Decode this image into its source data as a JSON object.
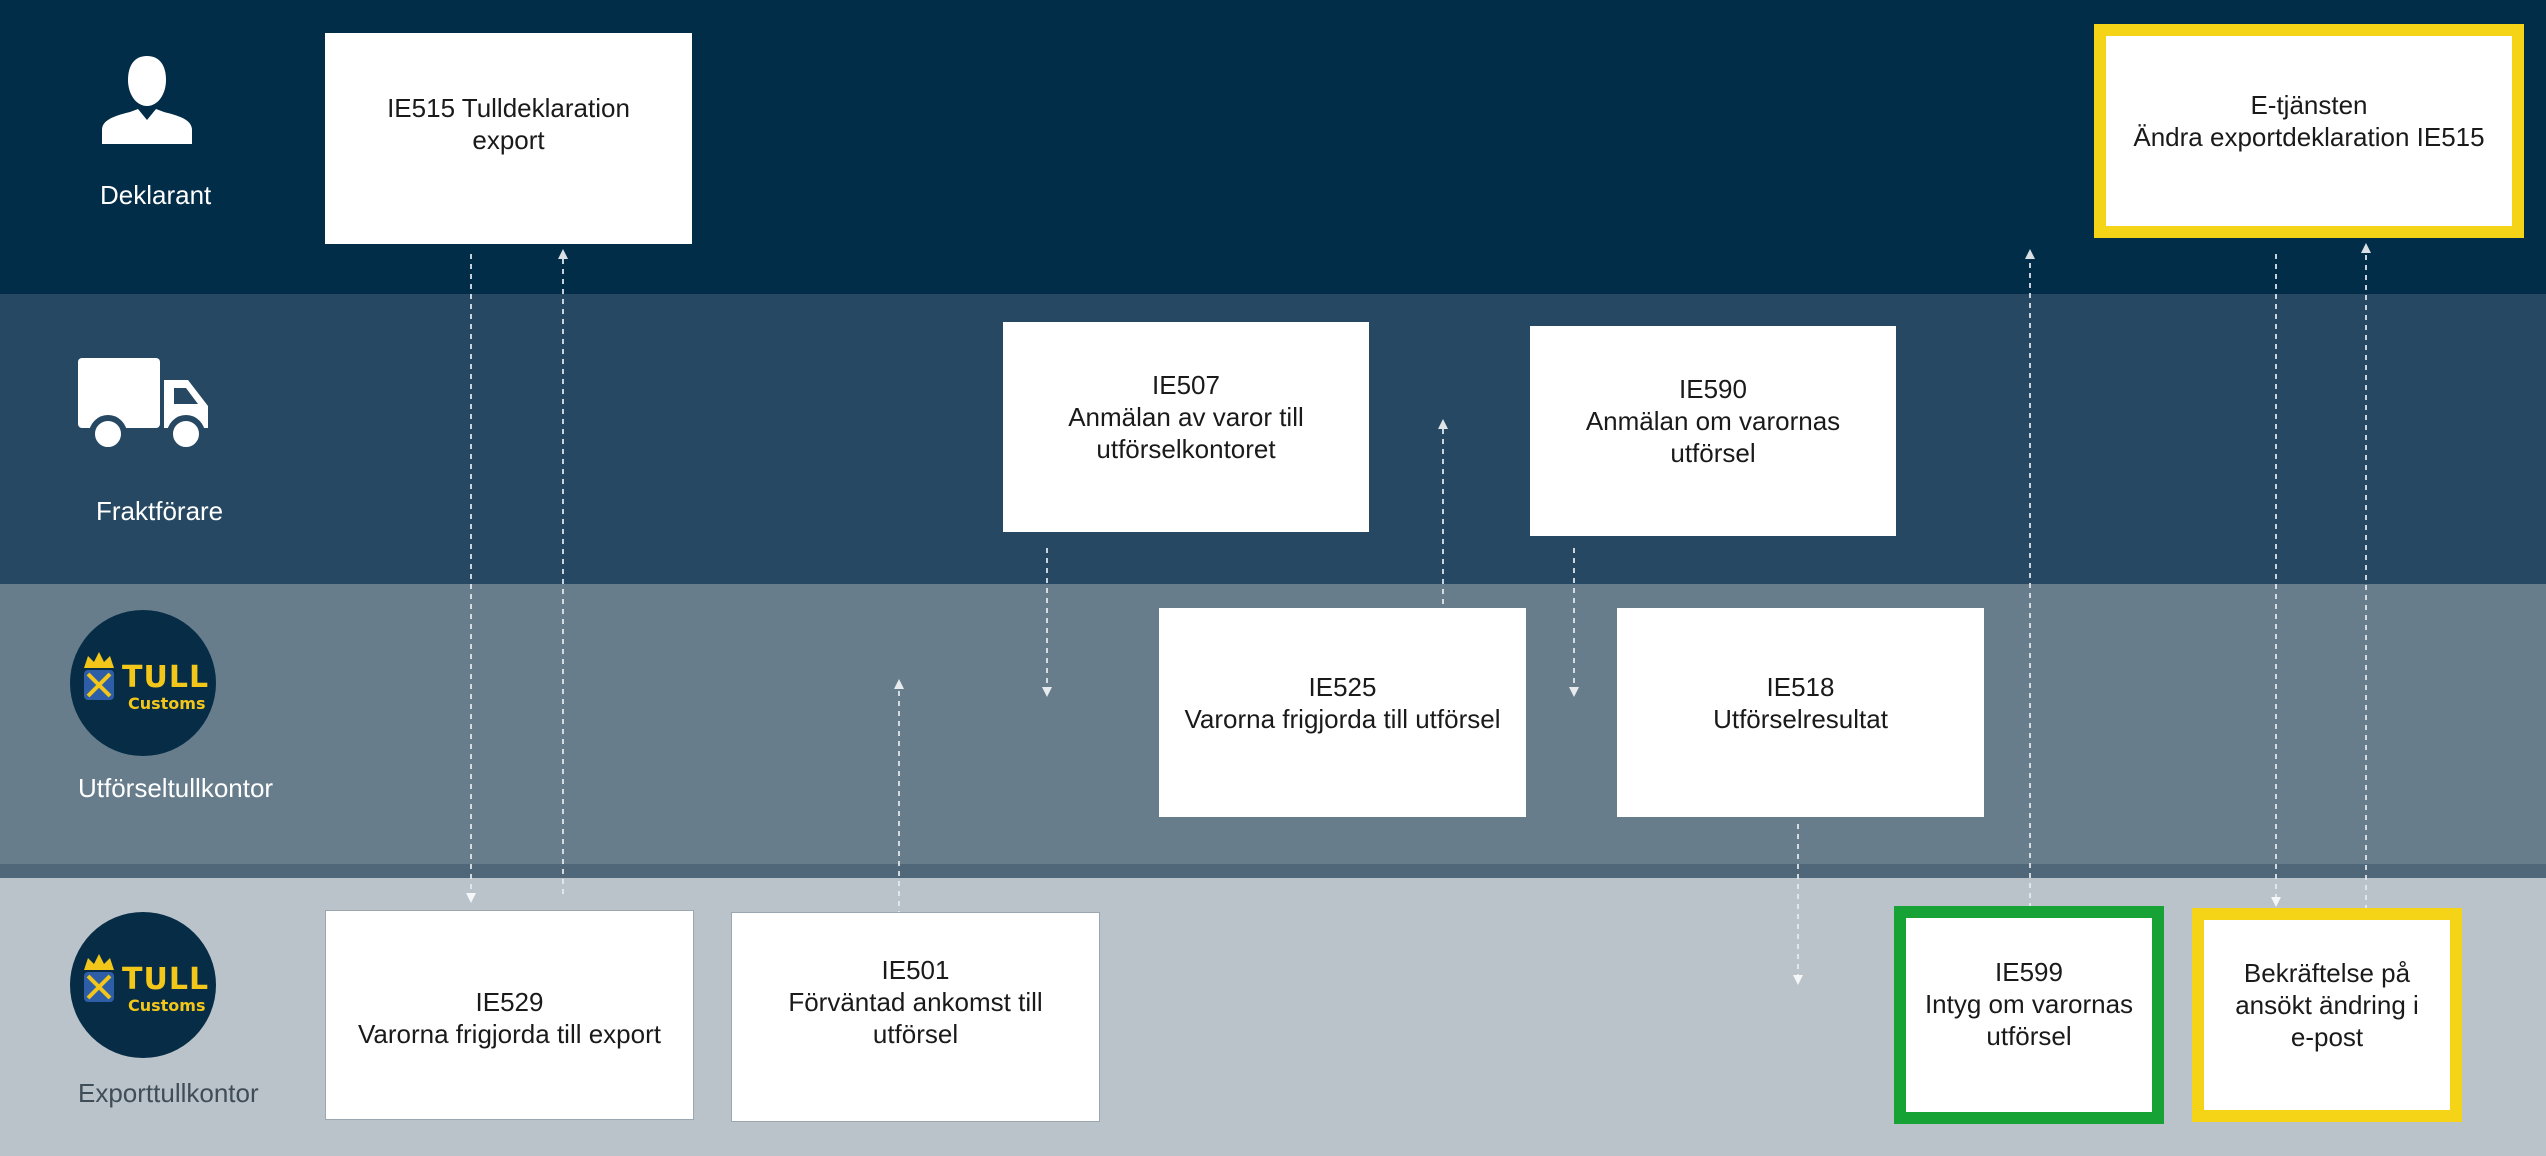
{
  "colors": {
    "lane_deklarant": "#022d49",
    "lane_fraktforare": "#264862",
    "lane_utforseltullkontor": "#677d8c",
    "lane_exporttullkontor": "#bbc3ca",
    "highlight_yellow": "#f5d417",
    "highlight_green": "#16a235"
  },
  "lanes": [
    {
      "label": "Deklarant",
      "icon": "person-icon"
    },
    {
      "label": "Fraktförare",
      "icon": "truck-icon"
    },
    {
      "label": "Utförseltullkontor",
      "icon": "tull-customs-logo"
    },
    {
      "label": "Exporttullkontor",
      "icon": "tull-customs-logo"
    }
  ],
  "logo": {
    "line1": "TULL",
    "line2": "Customs"
  },
  "boxes": {
    "ie515": {
      "lines": [
        "IE515 Tulldeklaration",
        "export"
      ]
    },
    "etjansten": {
      "lines": [
        "E-tjänsten",
        "Ändra exportdeklaration IE515"
      ]
    },
    "ie507": {
      "lines": [
        "IE507",
        "Anmälan av varor till",
        "utförselkontoret"
      ]
    },
    "ie590": {
      "lines": [
        "IE590",
        "Anmälan om varornas",
        "utförsel"
      ]
    },
    "ie525": {
      "lines": [
        "IE525",
        "Varorna frigjorda till utförsel"
      ]
    },
    "ie518": {
      "lines": [
        "IE518",
        "Utförselresultat"
      ]
    },
    "ie529": {
      "lines": [
        "IE529",
        "Varorna frigjorda till export"
      ]
    },
    "ie501": {
      "lines": [
        "IE501",
        "Förväntad ankomst till",
        "utförsel"
      ]
    },
    "ie599": {
      "lines": [
        "IE599",
        "Intyg om varornas",
        "utförsel"
      ]
    },
    "bekraftelse": {
      "lines": [
        "Bekräftelse på",
        "ansökt ändring i",
        "e-post"
      ]
    }
  }
}
